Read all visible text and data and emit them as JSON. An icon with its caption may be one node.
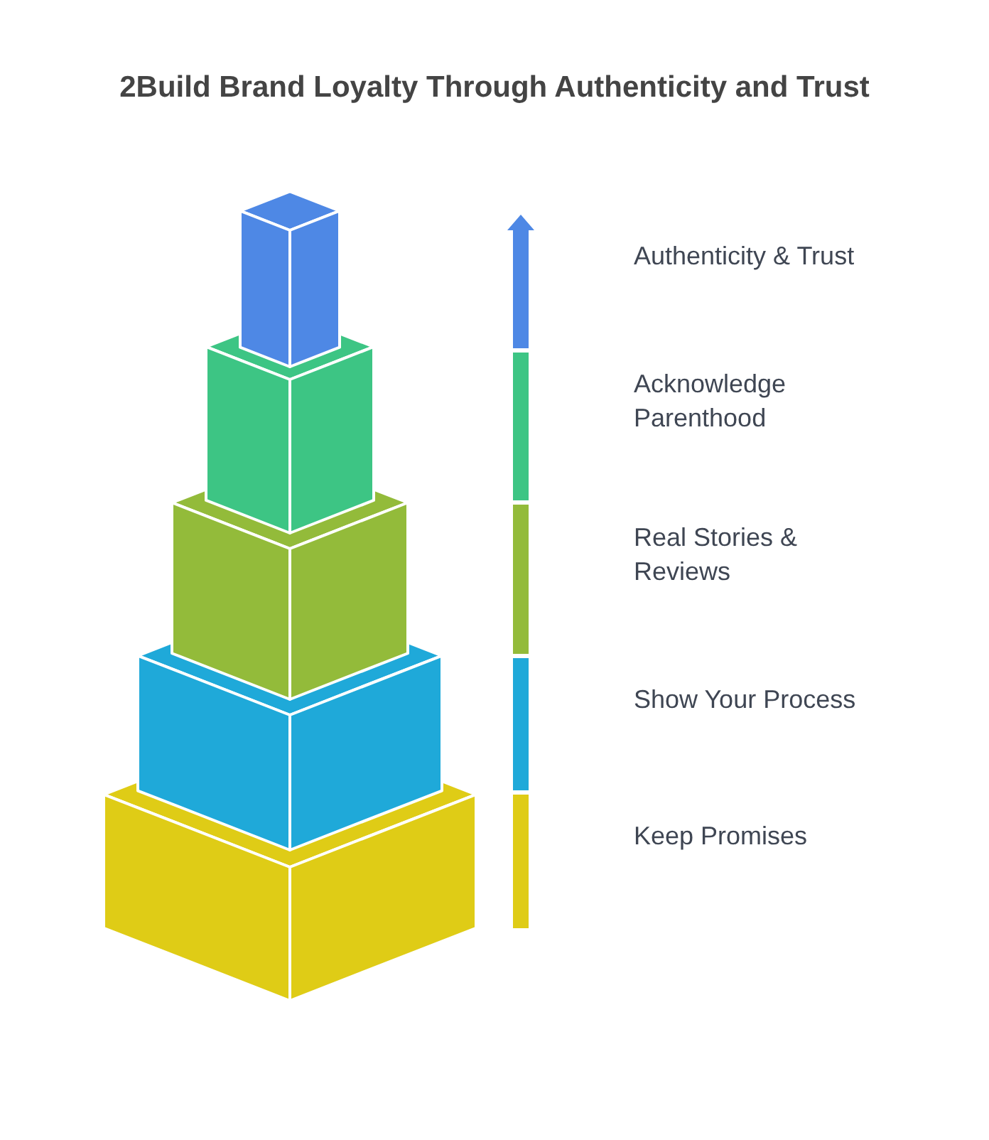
{
  "diagram": {
    "title": "2Build Brand Loyalty Through Authenticity and Trust",
    "labels": [
      "Authenticity & Trust",
      "Acknowledge Parenthood",
      "Real Stories & Reviews",
      "Show Your Process",
      "Keep Promises"
    ]
  }
}
